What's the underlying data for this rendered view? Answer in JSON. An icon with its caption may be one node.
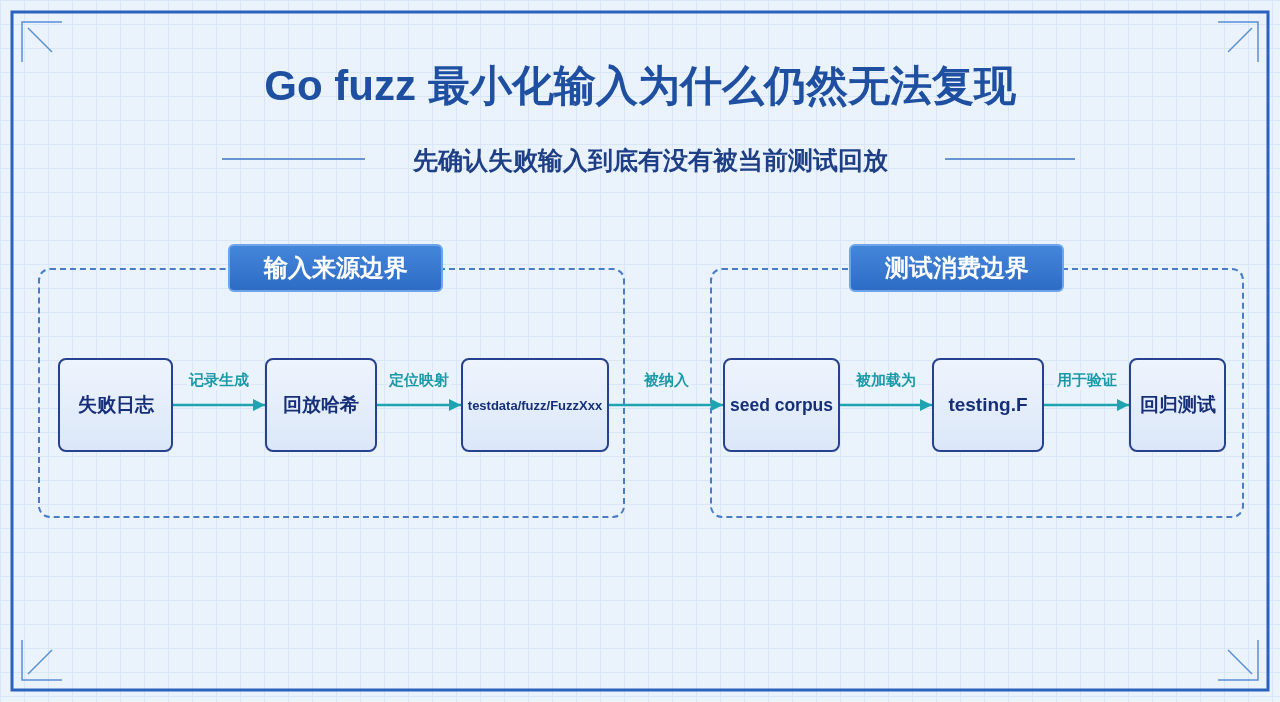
{
  "diagram": {
    "title": "Go fuzz 最小化输入为什么仍然无法复现",
    "nodes": [
      {
        "text": [
          "输入来源边界"
        ]
      },
      {
        "text": [
          "失败日志"
        ],
        "in": 0
      },
      {
        "text": [
          "回放哈希"
        ],
        "in": 0
      },
      {
        "text": [
          "testdata/fuzz/FuzzXxx"
        ],
        "in": 0
      },
      {
        "text": [
          "测试消费边界"
        ]
      },
      {
        "text": [
          "seed corpus"
        ],
        "in": 4
      },
      {
        "text": [
          "testing.F"
        ],
        "in": 4
      },
      {
        "text": [
          "回归测试"
        ],
        "in": 4
      }
    ],
    "edges": [
      {
        "from": 1,
        "to": 2,
        "arrow": "to",
        "label": "记录生成"
      },
      {
        "from": 2,
        "to": 3,
        "arrow": "to",
        "label": "定位映射"
      },
      {
        "from": 3,
        "to": 5,
        "arrow": "to",
        "label": "被纳入"
      },
      {
        "from": 5,
        "to": 6,
        "arrow": "to",
        "label": "被加载为"
      },
      {
        "from": 6,
        "to": 7,
        "arrow": "to",
        "label": "用于验证"
      }
    ],
    "labels": [
      "先确认失败输入到底有没有被当前测试回放"
    ]
  }
}
